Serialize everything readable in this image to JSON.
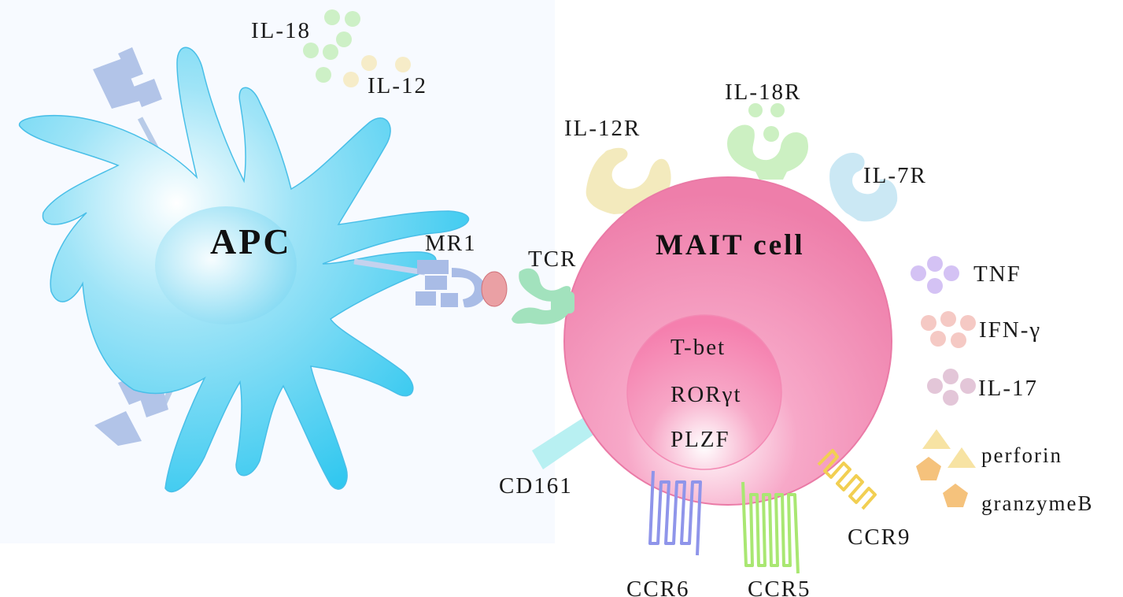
{
  "apc": {
    "title": "APC",
    "receptor_mr1": "MR1",
    "cytokine_il18": "IL-18",
    "cytokine_il12": "IL-12"
  },
  "mait": {
    "title": "MAIT cell",
    "nucleus_factors": [
      "T-bet",
      "RORγt",
      "PLZF"
    ],
    "surface_receptors": {
      "tcr": "TCR",
      "il12r": "IL-12R",
      "il18r": "IL-18R",
      "il7r": "IL-7R",
      "cd161": "CD161",
      "ccr6": "CCR6",
      "ccr5": "CCR5",
      "ccr9": "CCR9"
    },
    "secreted": {
      "tnf": "TNF",
      "ifng": "IFN-γ",
      "il17": "IL-17",
      "perforin": "perforin",
      "granzyme": "granzymeB"
    }
  },
  "colors": {
    "apc_body": "#2ec8ef",
    "mait_body": "#f07aaa",
    "mr1_receptor": "#a8b8e0",
    "antigen": "#e99aa0",
    "tcr": "#9be0b8",
    "il12r": "#f2e8b8",
    "il18r": "#c8f0c0",
    "il7r": "#c8e8f4",
    "cd161": "#b8f2f4",
    "ccr6": "#8e94e8",
    "ccr5": "#a8e870",
    "ccr9": "#f2d050",
    "tnf": "#cdb8f2",
    "ifng": "#f4c4c0",
    "il17": "#e0c0d4",
    "perforin": "#f7e3a3",
    "granzyme": "#f5c07a",
    "il18_dots": "#ccf0c4",
    "il12_dots": "#f5eac8"
  }
}
